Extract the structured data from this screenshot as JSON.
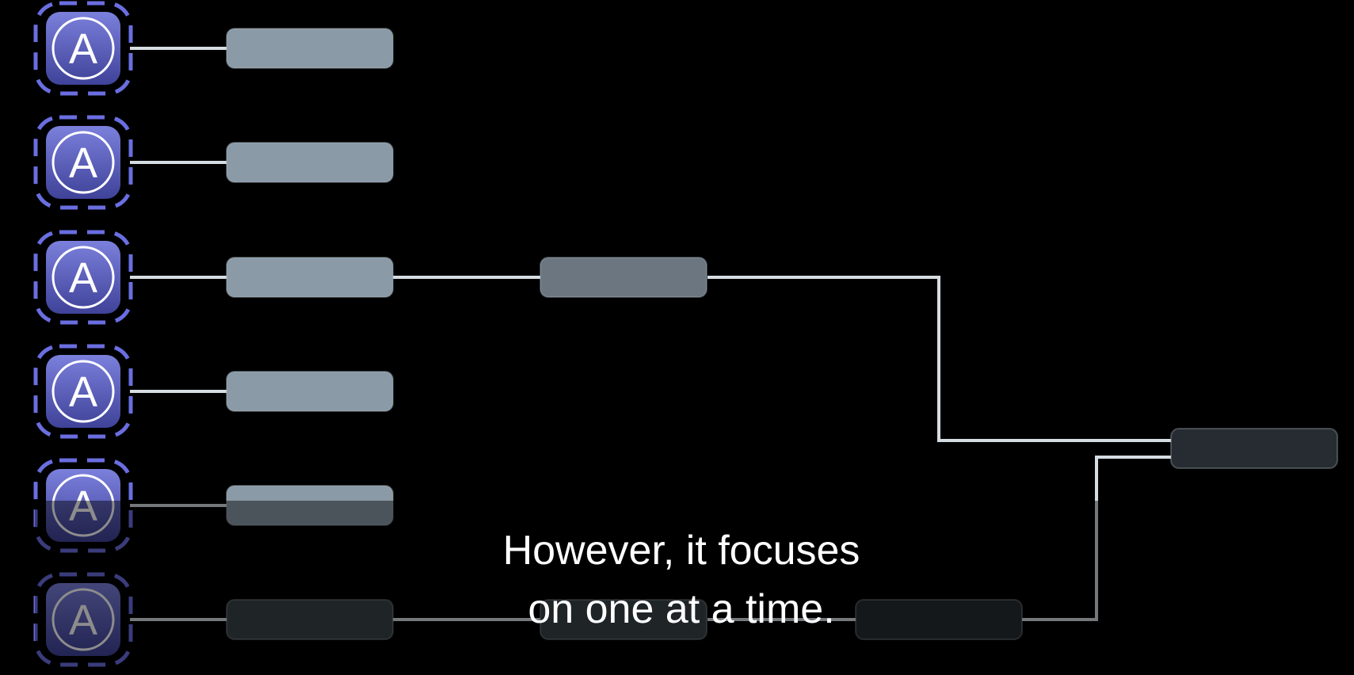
{
  "agent_label": "A",
  "caption": {
    "line1": "However, it focuses",
    "line2": "on one at a time."
  },
  "colors": {
    "background": "#000000",
    "agent_fill": "#5b5fbf",
    "agent_ring": "#6a6ee0",
    "node_active": "#8a9aa6",
    "node_mid": "#6b7680",
    "node_dim": "#3a4248",
    "node_dark": "#262c31",
    "connector": "#d6dde2"
  }
}
